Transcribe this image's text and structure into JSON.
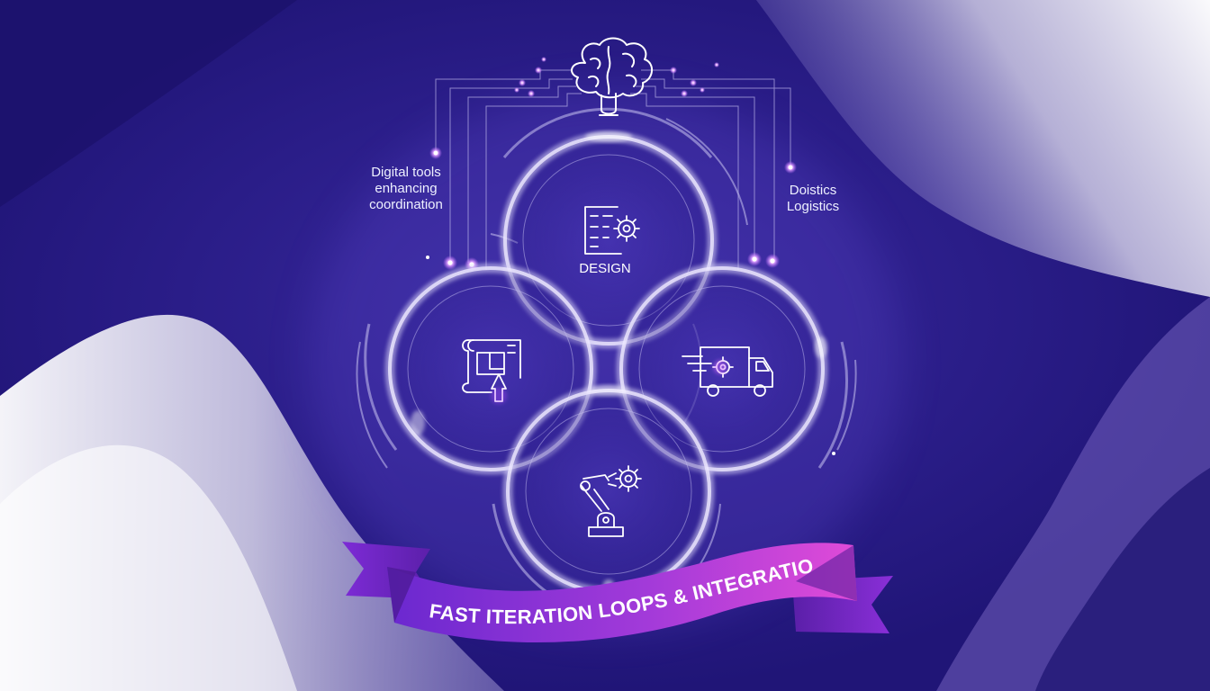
{
  "labels": {
    "left_lines": [
      "Digital tools",
      "enhancing",
      "coordination"
    ],
    "right_lines": [
      "Doistics",
      "Logistics"
    ],
    "design": "DESIGN"
  },
  "banner": {
    "text": "FAST ITERATION LOOPS & INTEGRATION"
  },
  "icons": {
    "top": "brain-circuit-icon",
    "design": "document-gear-icon",
    "left": "blueprint-cursor-icon",
    "right": "delivery-truck-gear-icon",
    "bottom": "robot-arm-gear-icon"
  },
  "colors": {
    "background_dark": "#1e1470",
    "background_mid": "#4a3aa6",
    "background_light": "#f4f3f8",
    "ring": "#cfcaf2",
    "glow": "#d79bff",
    "banner_pink": "#e24ad8",
    "banner_purple": "#7b2fd3",
    "banner_dark": "#5a1fa8"
  }
}
